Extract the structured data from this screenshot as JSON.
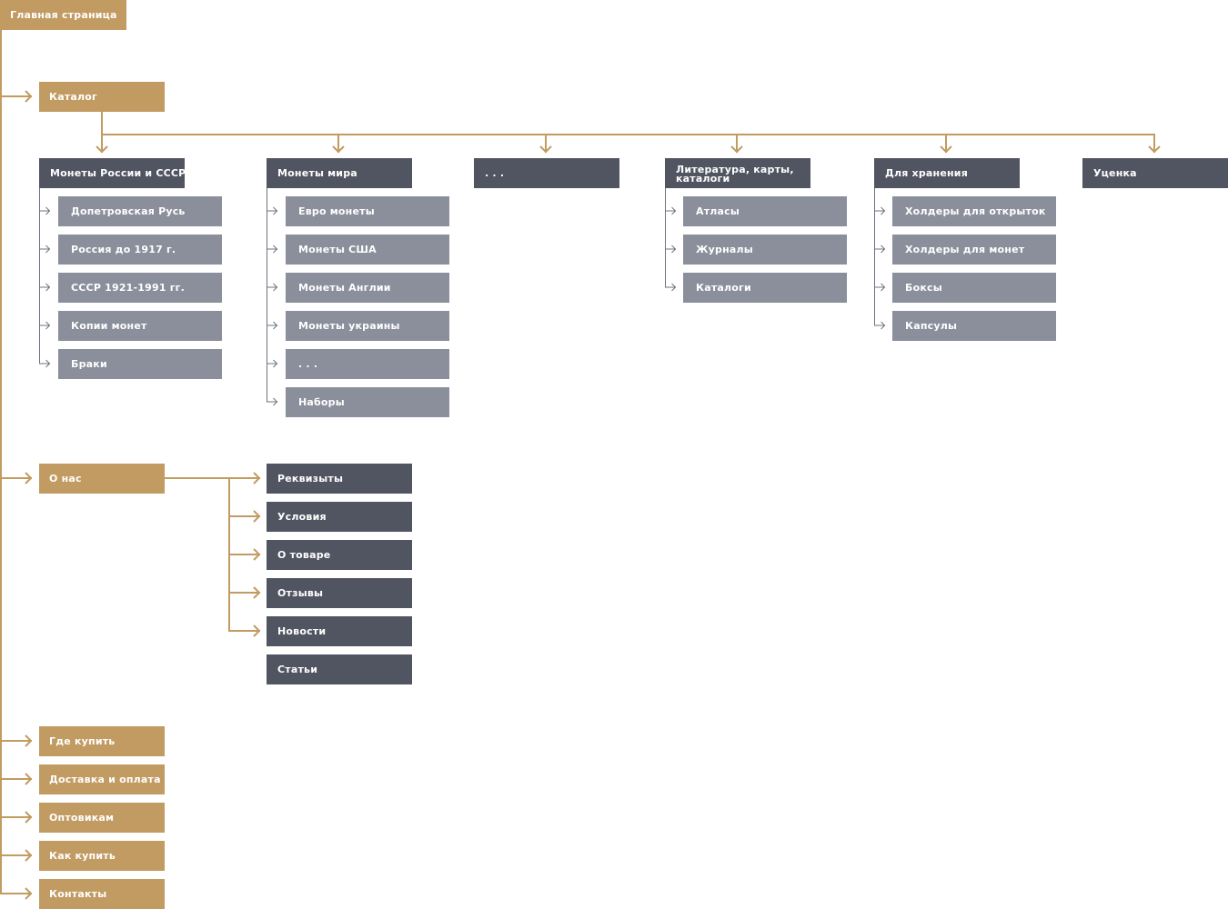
{
  "colors": {
    "gold": "#c19b61",
    "dark": "#515461",
    "grey": "#8b8e9b",
    "thin_line": "#6f7280"
  },
  "root": {
    "label": "Главная страница"
  },
  "catalog": {
    "label": "Каталог",
    "categories": [
      {
        "label": "Монеты России и СССР",
        "items": [
          "Допетровская Русь",
          "Россия до 1917 г.",
          "СССР 1921-1991 гг.",
          "Копии монет",
          "Браки"
        ]
      },
      {
        "label": "Монеты мира",
        "items": [
          "Евро монеты",
          "Монеты США",
          "Монеты Англии",
          "Монеты украины",
          ". . .",
          "Наборы"
        ]
      },
      {
        "label": ". . .",
        "items": []
      },
      {
        "label": "Литература, карты, каталоги",
        "items": [
          "Атласы",
          "Журналы",
          "Каталоги"
        ]
      },
      {
        "label": "Для хранения",
        "items": [
          "Холдеры для открыток",
          "Холдеры для монет",
          "Боксы",
          "Капсулы"
        ]
      },
      {
        "label": "Уценка",
        "items": []
      }
    ]
  },
  "about": {
    "label": "О нас",
    "items": [
      "Реквизыты",
      "Условия",
      "О товаре",
      "Отзывы",
      "Новости",
      "Статьи"
    ]
  },
  "bottom_links": [
    "Где купить",
    "Доставка и оплата",
    "Оптовикам",
    "Как купить",
    "Контакты"
  ]
}
